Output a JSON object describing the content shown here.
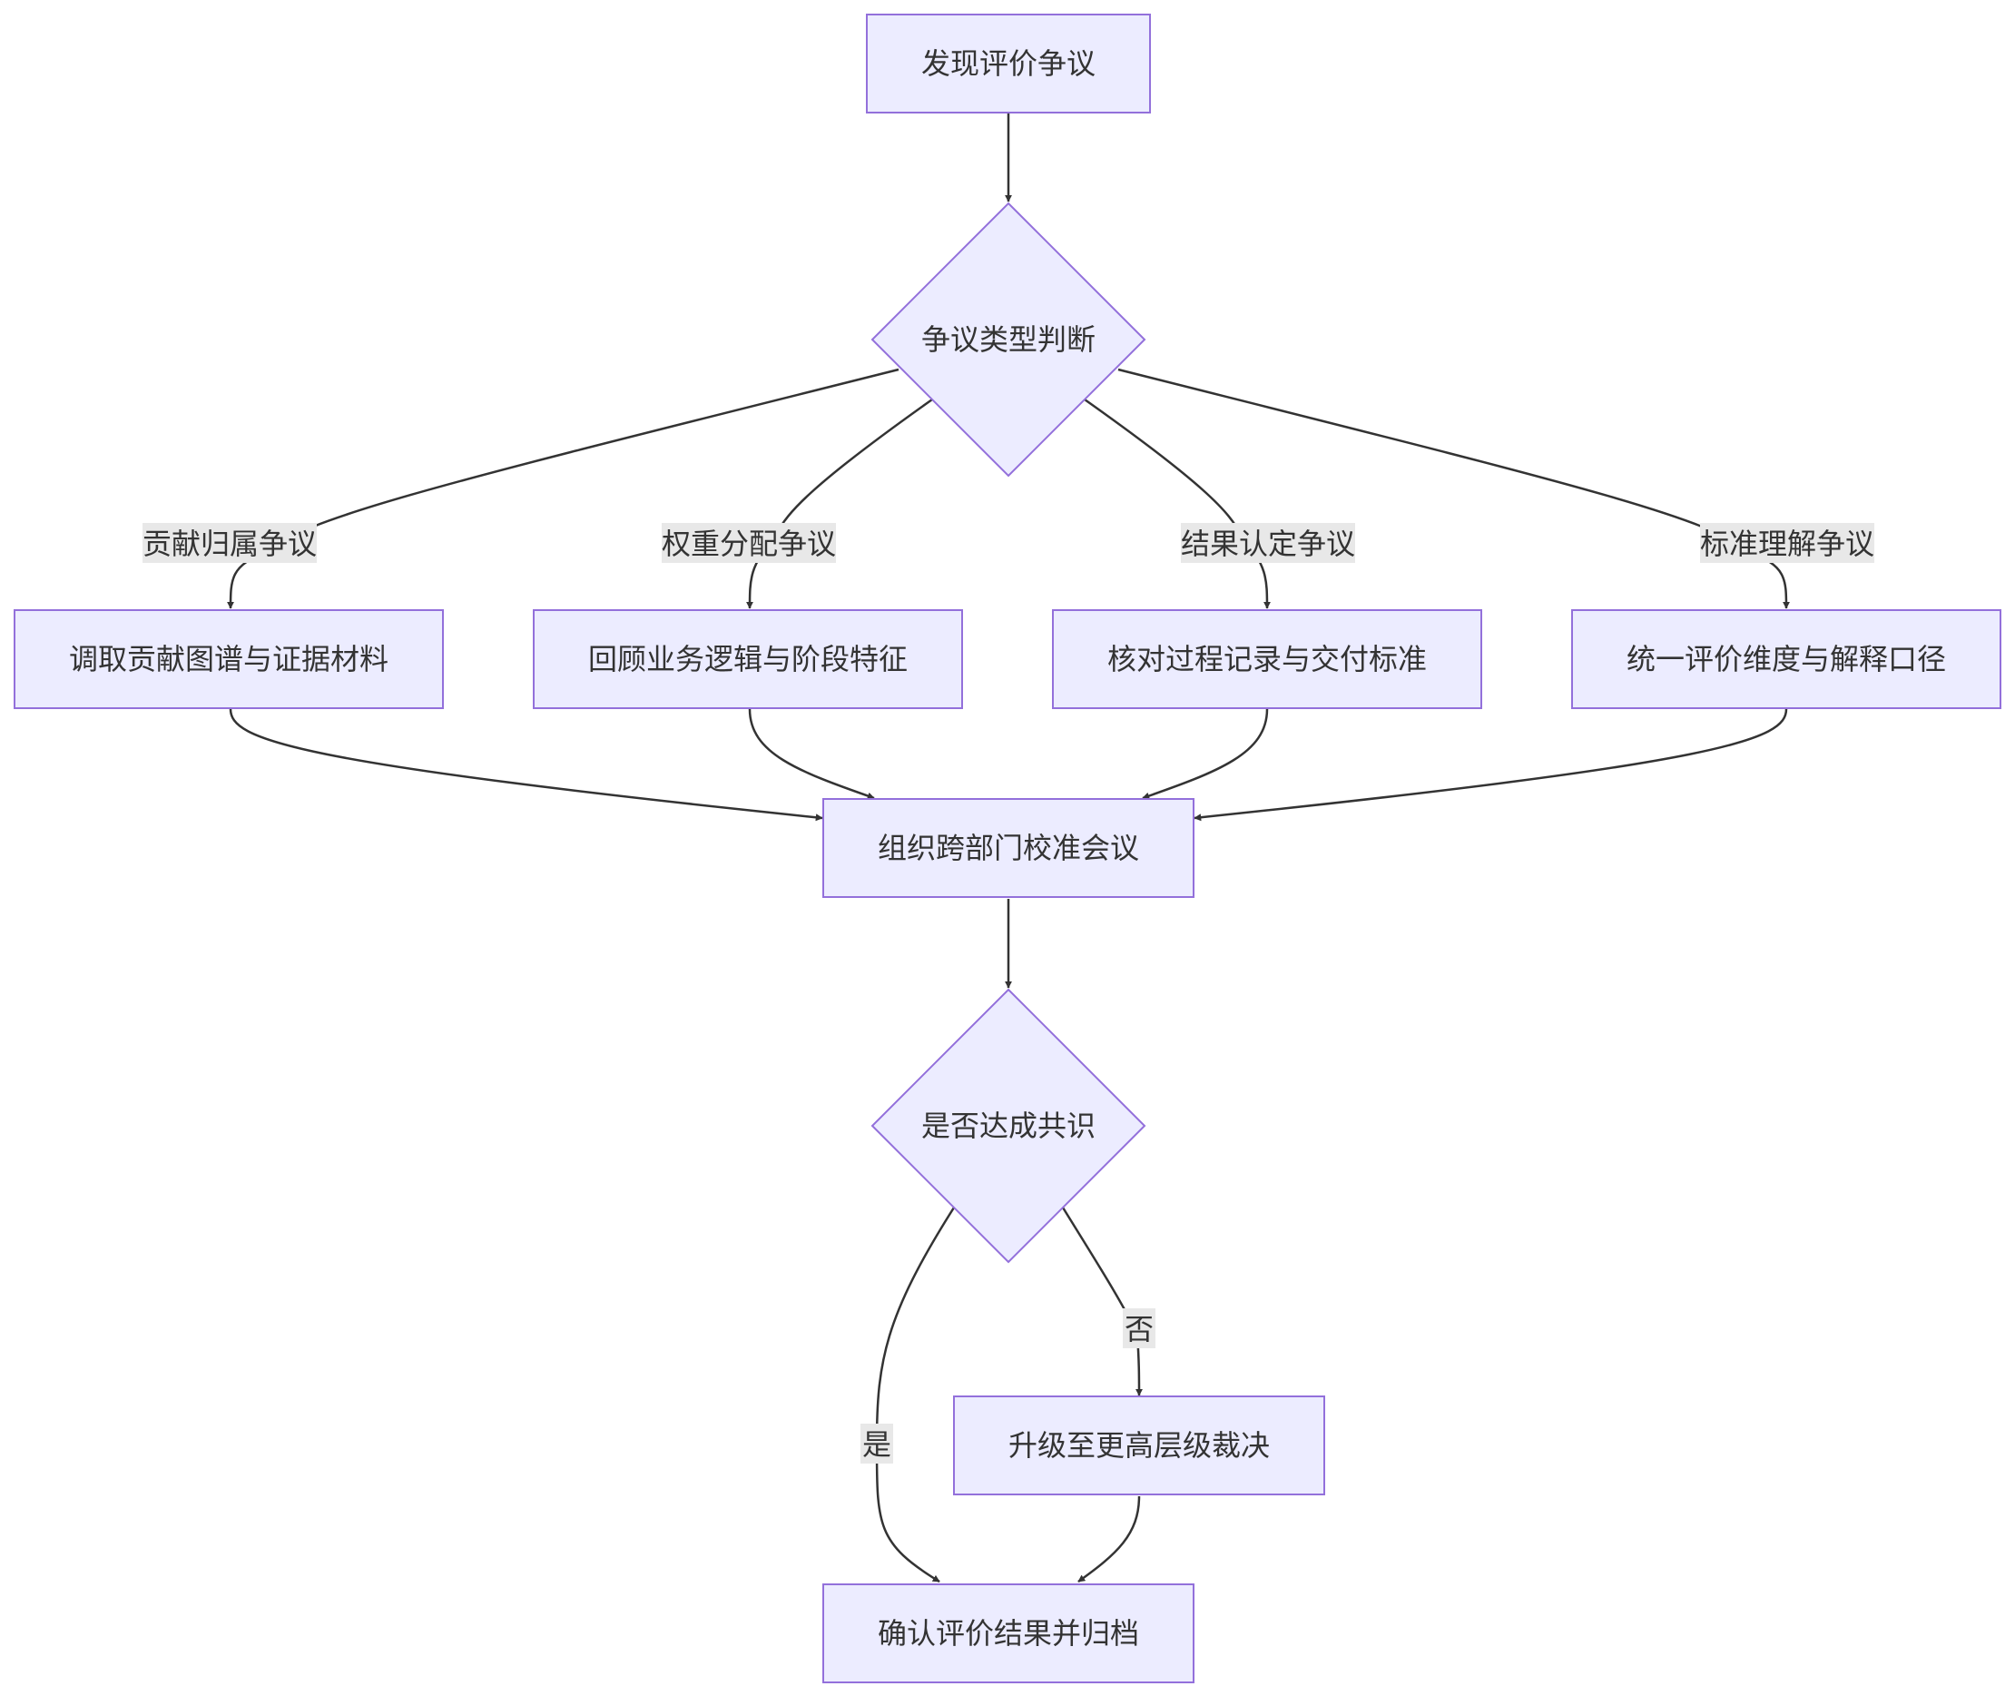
{
  "diagram": {
    "type": "flowchart",
    "colors": {
      "node_fill": "#ECECFF",
      "node_stroke": "#9370DB",
      "edge": "#333333",
      "label_bg": "#E8E8E8",
      "text": "#333333"
    },
    "nodes": {
      "start": "发现评价争议",
      "dispute_type": "争议类型判断",
      "contribution_evidence": "调取贡献图谱与证据材料",
      "business_review": "回顾业务逻辑与阶段特征",
      "process_check": "核对过程记录与交付标准",
      "unify_dimensions": "统一评价维度与解释口径",
      "calibration_meeting": "组织跨部门校准会议",
      "consensus": "是否达成共识",
      "escalate": "升级至更高层级裁决",
      "archive": "确认评价结果并归档"
    },
    "edge_labels": {
      "contribution": "贡献归属争议",
      "weight": "权重分配争议",
      "result": "结果认定争议",
      "standard": "标准理解争议",
      "yes": "是",
      "no": "否"
    }
  }
}
